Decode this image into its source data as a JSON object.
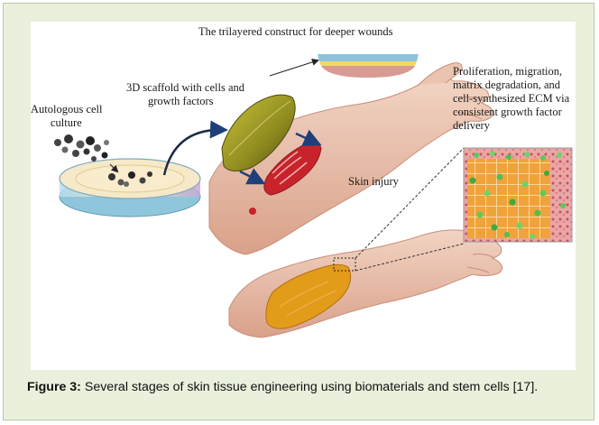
{
  "diagram": {
    "labels": {
      "trilayer": "The trilayered construct for deeper wounds",
      "scaffold_line1": "3D scaffold with cells and",
      "scaffold_line2": "growth factors",
      "autologous_line1": "Autologous cell",
      "autologous_line2": "culture",
      "proliferation_line1": "Proliferation, migration,",
      "proliferation_line2": "matrix degradation, and",
      "proliferation_line3": "cell-synthesized ECM via",
      "proliferation_line4": "consistent growth factor",
      "proliferation_line5": "delivery",
      "skin_injury": "Skin injury"
    },
    "colors": {
      "skin": "#e8bca6",
      "skin_shadow": "#c98f7a",
      "wound": "#c8232b",
      "scaffold": "#8a8a1e",
      "graft": "#e39b1a",
      "dish": "#a9d7e6",
      "arrow": "#1e3f7a"
    }
  },
  "caption": {
    "label": "Figure 3:",
    "text": " Several stages of skin tissue engineering using biomaterials and stem cells [17]."
  }
}
